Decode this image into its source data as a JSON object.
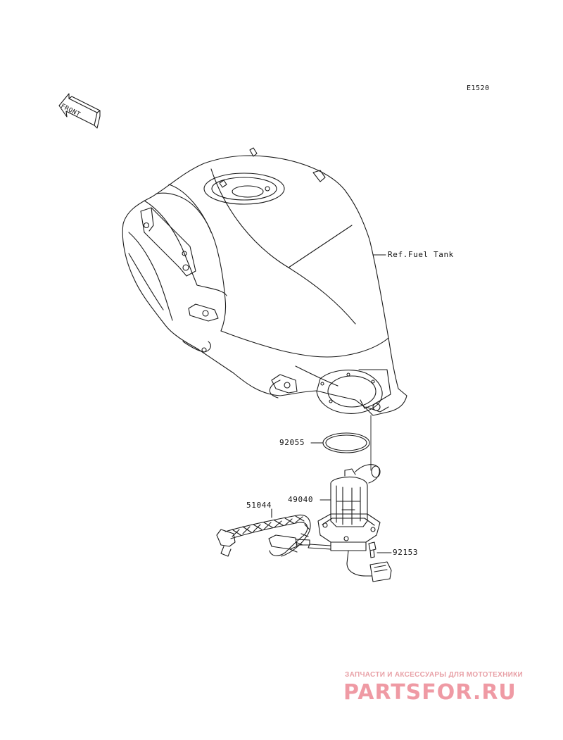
{
  "diagram": {
    "code": "E1520",
    "front_label": "FRONT",
    "ref_label": "Ref.Fuel Tank",
    "parts": [
      {
        "number": "92055",
        "name": "o-ring"
      },
      {
        "number": "49040",
        "name": "fuel-pump"
      },
      {
        "number": "51044",
        "name": "fuel-hose"
      },
      {
        "number": "92153",
        "name": "bolt"
      }
    ]
  },
  "watermark": {
    "subtitle": "ЗАПЧАСТИ И АКСЕССУАРЫ ДЛЯ МОТОТЕХНИКИ",
    "logo": "PARTSFOR.RU",
    "color": "#ef9aa4"
  }
}
